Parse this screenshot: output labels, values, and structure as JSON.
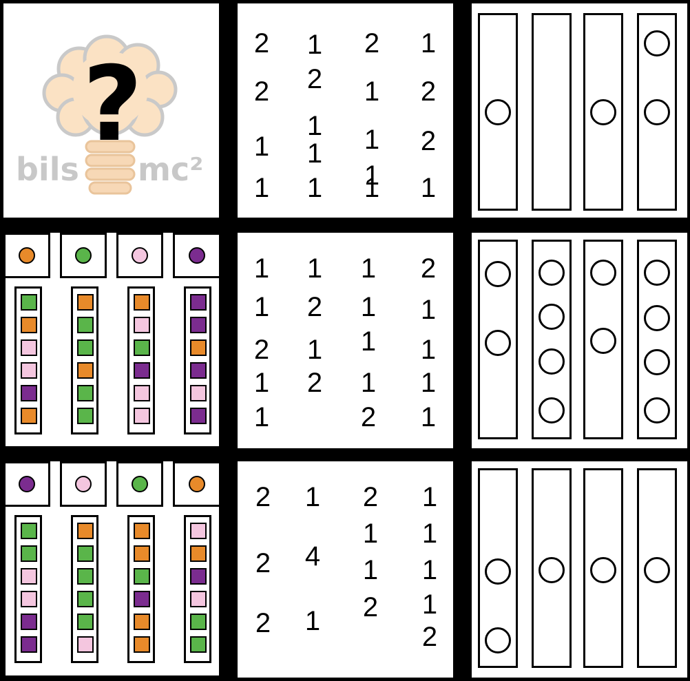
{
  "logo": {
    "question_mark": "?",
    "text_left": "bils",
    "text_right": "mc²"
  },
  "colors": {
    "orange": "#e88a2a",
    "green": "#5ab54a",
    "pink": "#f4c6df",
    "purple": "#7b2c8f",
    "brain": "#fbe2c4",
    "brain_outline": "#c9c9c9"
  },
  "puzzle": {
    "rows": [
      {
        "numbers": [
          [
            "2",
            "2",
            "1",
            "1"
          ],
          [
            "1",
            "2",
            "1",
            "1",
            "1"
          ],
          [
            "2",
            "1",
            "1",
            "1",
            "1"
          ],
          [
            "1",
            "2",
            "2",
            "1"
          ]
        ],
        "tube_circles": [
          1,
          0,
          1,
          2
        ]
      },
      {
        "caps": [
          "orange",
          "green",
          "pink",
          "purple"
        ],
        "columns": [
          [
            "green",
            "orange",
            "pink",
            "pink",
            "purple",
            "orange"
          ],
          [
            "orange",
            "green",
            "green",
            "orange",
            "green",
            "green"
          ],
          [
            "orange",
            "pink",
            "green",
            "purple",
            "pink",
            "pink"
          ],
          [
            "purple",
            "purple",
            "orange",
            "purple",
            "pink",
            "purple"
          ]
        ],
        "numbers": [
          [
            "1",
            "1",
            "2",
            "1",
            "1"
          ],
          [
            "1",
            "2",
            "1",
            "2"
          ],
          [
            "1",
            "1",
            "1",
            "1",
            "2"
          ],
          [
            "2",
            "1",
            "1",
            "1",
            "1"
          ]
        ],
        "tube_circles": [
          2,
          4,
          2,
          4
        ]
      },
      {
        "caps": [
          "purple",
          "pink",
          "green",
          "orange"
        ],
        "columns": [
          [
            "green",
            "green",
            "pink",
            "pink",
            "purple",
            "purple"
          ],
          [
            "orange",
            "green",
            "green",
            "green",
            "green",
            "pink"
          ],
          [
            "orange",
            "orange",
            "green",
            "purple",
            "orange",
            "orange"
          ],
          [
            "pink",
            "orange",
            "purple",
            "pink",
            "green",
            "green"
          ]
        ],
        "numbers": [
          [
            "2",
            "2",
            "2"
          ],
          [
            "1",
            "4",
            "1"
          ],
          [
            "2",
            "1",
            "1",
            "2"
          ],
          [
            "1",
            "1",
            "1",
            "1",
            "2"
          ]
        ],
        "tube_circles": [
          2,
          1,
          1,
          1
        ]
      }
    ]
  }
}
